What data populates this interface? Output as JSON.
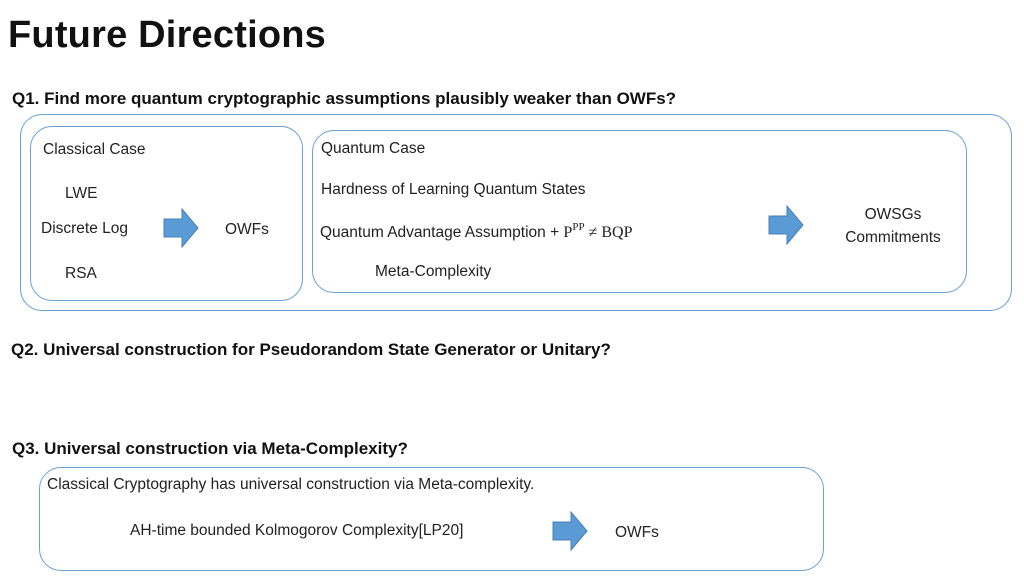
{
  "title": "Future Directions",
  "q1": {
    "question": "Q1. Find more quantum cryptographic assumptions plausibly weaker than OWFs?",
    "classical": {
      "label": "Classical Case",
      "items": [
        "LWE",
        "Discrete Log",
        "RSA"
      ],
      "result": "OWFs"
    },
    "quantum": {
      "label": "Quantum Case",
      "item1": "Hardness of Learning Quantum States",
      "item2_prefix": "Quantum Advantage Assumption + ",
      "item2_p": "P",
      "item2_sup": "PP",
      "item2_rest": " ≠ BQP",
      "item3": "Meta-Complexity",
      "result_line1": "OWSGs",
      "result_line2": "Commitments"
    }
  },
  "q2": {
    "question": "Q2. Universal construction for Pseudorandom State Generator or Unitary?"
  },
  "q3": {
    "question": "Q3. Universal construction via Meta-Complexity?",
    "statement": "Classical Cryptography has universal construction via Meta-complexity.",
    "source": "AH-time bounded Kolmogorov Complexity[LP20]",
    "result": "OWFs"
  },
  "colors": {
    "arrow_fill": "#5b9bd5",
    "arrow_stroke": "#4a7fb5",
    "box_border": "#6a9fd6"
  },
  "icons": {
    "arrow": "right-arrow-icon"
  }
}
